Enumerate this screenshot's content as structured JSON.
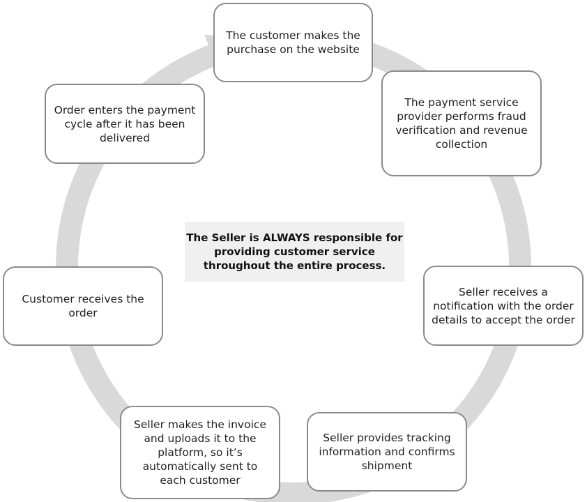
{
  "colors": {
    "ring": "#d9d9d9",
    "box_border": "#8a8a8a",
    "note_background": "#f0f0f0"
  },
  "center_note": "The Seller is ALWAYS responsible for providing customer service throughout the entire process.",
  "steps": [
    {
      "text": "The customer makes the purchase on the website"
    },
    {
      "text": "The payment service provider performs fraud verification and revenue collection"
    },
    {
      "text": "Seller receives a notification with the order details to accept the order"
    },
    {
      "text": "Seller provides tracking information and confirms shipment"
    },
    {
      "text": "Seller makes the invoice and uploads it to the platform, so it’s automatically sent to each customer"
    },
    {
      "text": "Customer receives the order"
    },
    {
      "text": "Order enters the payment cycle after it has been delivered"
    }
  ]
}
